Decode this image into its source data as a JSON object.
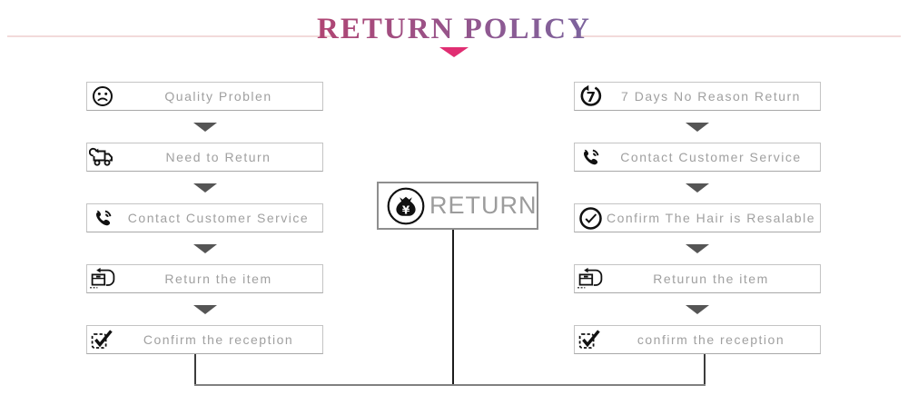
{
  "title": {
    "text": "RETURN POLICY"
  },
  "center_box": {
    "label": "RETURN",
    "icon": "money-bag-icon"
  },
  "left_flow": {
    "steps": [
      {
        "icon": "sad-face-icon",
        "label": "Quality Problen"
      },
      {
        "icon": "truck-icon",
        "label": "Need to Return"
      },
      {
        "icon": "phone-icon",
        "label": "Contact Customer Service"
      },
      {
        "icon": "return-box-icon",
        "label": "Return the item"
      },
      {
        "icon": "checkbox-icon",
        "label": "Confirm the reception"
      }
    ]
  },
  "right_flow": {
    "steps": [
      {
        "icon": "seven-days-icon",
        "label": "7 Days No Reason Return"
      },
      {
        "icon": "phone-icon",
        "label": "Contact Customer Service"
      },
      {
        "icon": "check-circle-icon",
        "label": "Confirm The Hair is Resalable"
      },
      {
        "icon": "return-box-icon",
        "label": "Returun the item"
      },
      {
        "icon": "checkbox-icon",
        "label": "confirm the reception"
      }
    ]
  },
  "colors": {
    "title_gradient": [
      "#ce2f54",
      "#8d5a93",
      "#3d86c0"
    ],
    "title_triangle": "#e02e72",
    "header_line": "#f2dada",
    "box_border": "#c4c4c4",
    "box_text": "#a0a0a0",
    "icon": "#111111",
    "arrow": "#555555",
    "connector": "#3c3c3c"
  }
}
